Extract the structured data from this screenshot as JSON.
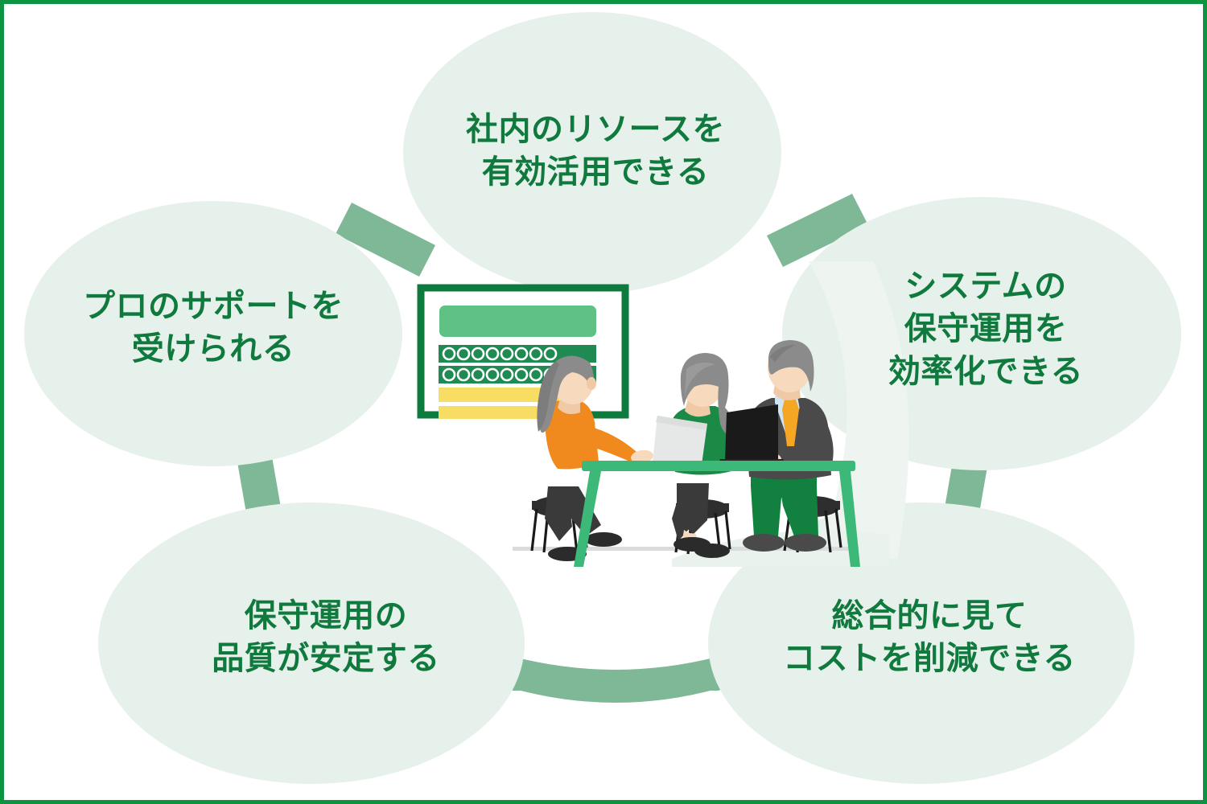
{
  "theme": {
    "page_background": "#ffffff",
    "frame_border_color": "#0d9440",
    "bubble_fill": "#e7f1eb",
    "connector_color": "#7fb897",
    "text_color": "#107a3e",
    "accent_green": "#0d9440",
    "mid_green": "#5fc183",
    "dark_green": "#1f8a52",
    "yellow": "#f7dd63",
    "orange": "#f08a1e",
    "tie_orange": "#f5a623",
    "suit_gray": "#4a4a4a",
    "hair_gray": "#8b8b8b",
    "skin": "#f7d9bd",
    "dark_pants": "#3a3a3a",
    "floor_line": "#d9dcdb"
  },
  "diagram": {
    "type": "circular-benefits",
    "center_illustration": {
      "name": "team-meeting-illustration",
      "elements": [
        "server-status-board",
        "person-orange-shirt",
        "person-green-sweater",
        "person-gray-suit",
        "green-table",
        "three-stools",
        "laptop",
        "document-paper"
      ],
      "board": {
        "header_bar_color": "#5fc183",
        "data_rows": 2,
        "circles_per_row": 8,
        "highlight_rows": 2,
        "highlight_color": "#f7dd63"
      }
    },
    "bubbles": [
      {
        "id": "top",
        "position": "top-center",
        "lines": [
          "社内のリソースを",
          "有効活用できる"
        ],
        "text": "社内のリソースを\n有効活用できる"
      },
      {
        "id": "left",
        "position": "middle-left",
        "lines": [
          "プロのサポートを",
          "受けられる"
        ],
        "text": "プロのサポートを\n受けられる"
      },
      {
        "id": "right",
        "position": "middle-right",
        "lines": [
          "システムの",
          "保守運用を",
          "効率化できる"
        ],
        "text": "システムの\n保守運用を\n効率化できる"
      },
      {
        "id": "bottom-left",
        "position": "bottom-left",
        "lines": [
          "保守運用の",
          "品質が安定する"
        ],
        "text": "保守運用の\n品質が安定する"
      },
      {
        "id": "bottom-right",
        "position": "bottom-right",
        "lines": [
          "総合的に見て",
          "コストを削減できる"
        ],
        "text": "総合的に見て\nコストを削減できる"
      }
    ],
    "connector_count": 5
  }
}
